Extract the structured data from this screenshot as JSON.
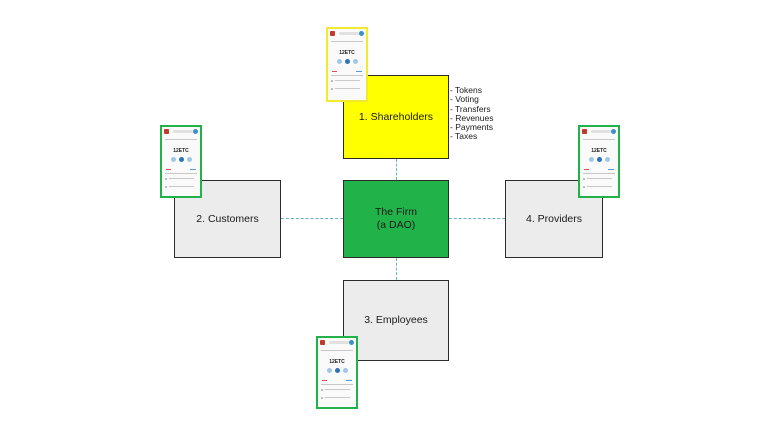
{
  "nodes": {
    "shareholders": {
      "label": "1. Shareholders",
      "fill": "#ffff00"
    },
    "customers": {
      "label": "2. Customers",
      "fill": "#ececec"
    },
    "firm": {
      "label": "The Firm\n(a DAO)",
      "fill": "#21b24a"
    },
    "providers": {
      "label": "4. Providers",
      "fill": "#ececec"
    },
    "employees": {
      "label": "3. Employees",
      "fill": "#ececec"
    }
  },
  "shareholder_items": [
    "Tokens",
    "Voting",
    "Transfers",
    "Revenues",
    "Payments",
    "Taxes"
  ],
  "phone_mockup": {
    "amount_text": "12ETC",
    "icon": "wallet-app-phone-icon"
  },
  "colors": {
    "accent_green": "#21b24a",
    "accent_yellow": "#ffff00",
    "phone_border_yellow": "#f1ea2e",
    "connector": "#6fb1b5"
  }
}
